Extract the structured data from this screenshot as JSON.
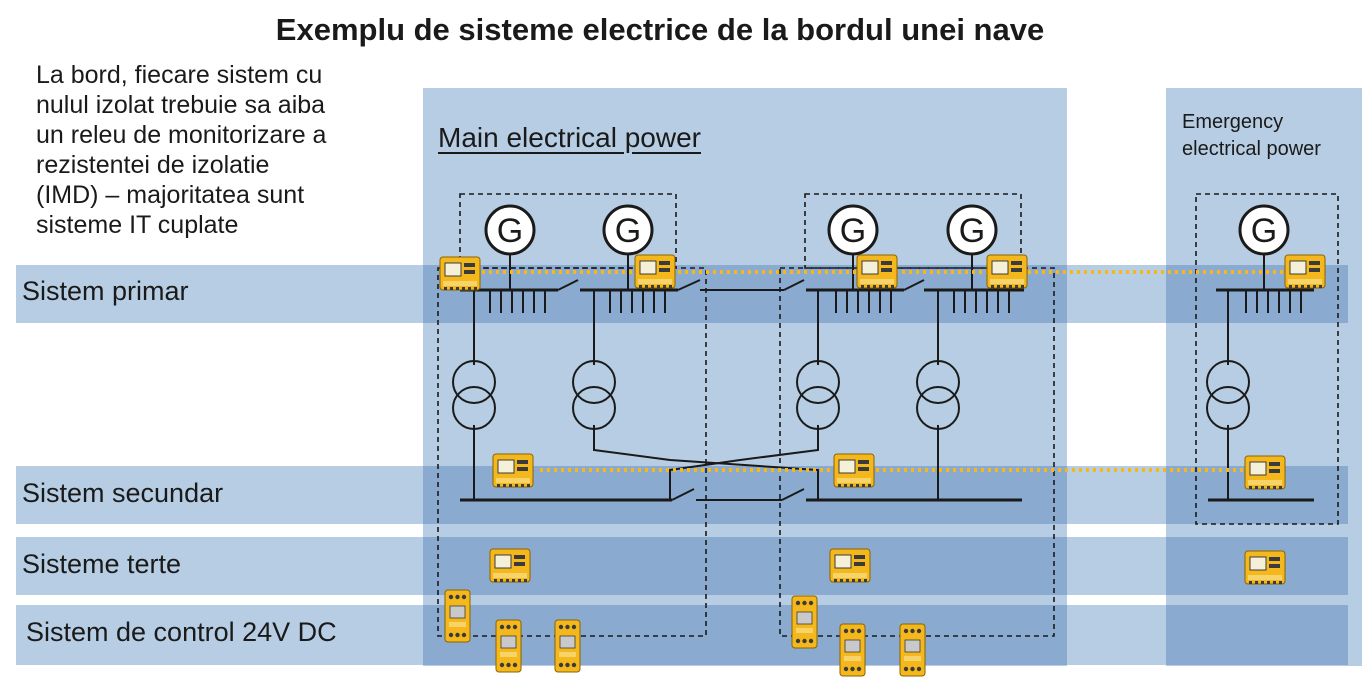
{
  "title": "Exemplu de sisteme electrice de la bordul unei nave",
  "intro_lines": [
    "La bord, fiecare sistem cu",
    "nulul izolat trebuie sa aiba",
    "un releu de monitorizare a",
    "rezistentei de izolatie",
    "(IMD) – majoritatea sunt",
    "sisteme IT cuplate"
  ],
  "sections": {
    "main": "Main electrical power",
    "emergency_lines": [
      "Emergency",
      "electrical power"
    ]
  },
  "bands": {
    "primary": "Sistem primar",
    "secondary": "Sistem secundar",
    "tertiary": "Sisteme terte",
    "control": "Sistem de control 24V DC"
  },
  "generator_symbol": "G",
  "colors": {
    "panel": "#b7cde3",
    "band": "#8aaad0",
    "device_body": "#f5b81c",
    "monitor_link": "#f5b81c",
    "line": "#1a1a1a"
  }
}
